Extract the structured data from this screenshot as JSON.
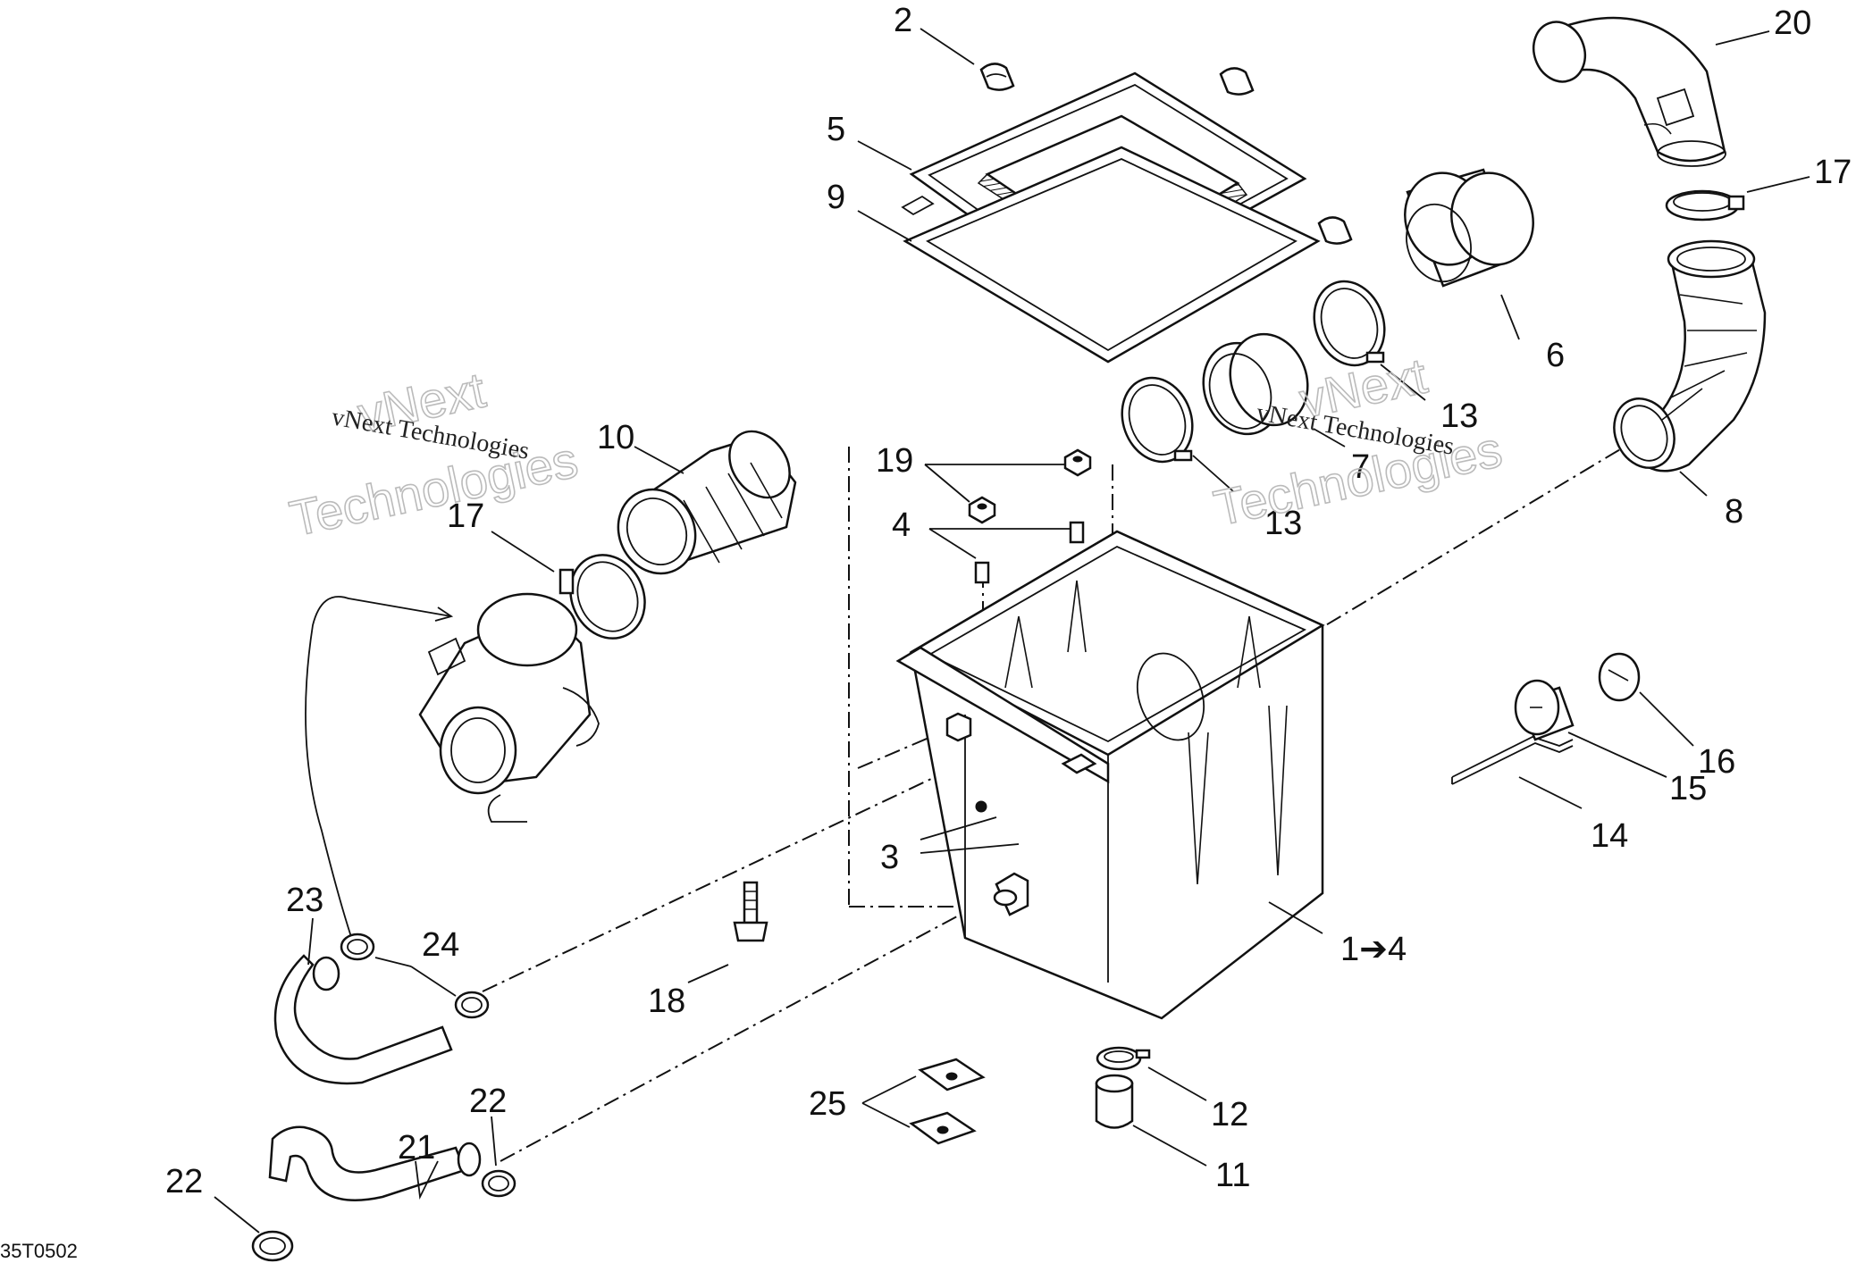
{
  "callouts": {
    "c2": "2",
    "c20": "20",
    "c5": "5",
    "c17a": "17",
    "c9": "9",
    "c6": "6",
    "c13a": "13",
    "c10": "10",
    "c19": "19",
    "c7": "7",
    "c13b": "13",
    "c8": "8",
    "c17b": "17",
    "c4": "4",
    "c16": "16",
    "c15": "15",
    "c14": "14",
    "c3": "3",
    "c23": "23",
    "c24": "24",
    "c1to4": "1➔4",
    "c18": "18",
    "c22a": "22",
    "c25": "25",
    "c12": "12",
    "c21": "21",
    "c22b": "22",
    "c11": "11"
  },
  "diagram_code": "35T0502",
  "watermark": {
    "small": "vNext Technologies",
    "big_line1": "vNext",
    "big_line2": "Technologies"
  }
}
